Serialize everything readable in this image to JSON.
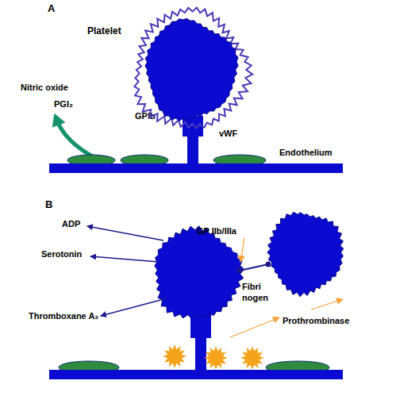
{
  "diagram": {
    "nodes": [
      {
        "text": [
          "Platelet"
        ]
      }
    ],
    "labels": [
      "A",
      "Nitric oxide",
      "PGI₂",
      "GPIb",
      "vWF",
      "Endothelium",
      "B",
      "ADP",
      "Serotonin",
      "Thromboxane A₂",
      "GP IIb/IIIa",
      "Fibri nogen",
      "Prothrombinase"
    ]
  }
}
